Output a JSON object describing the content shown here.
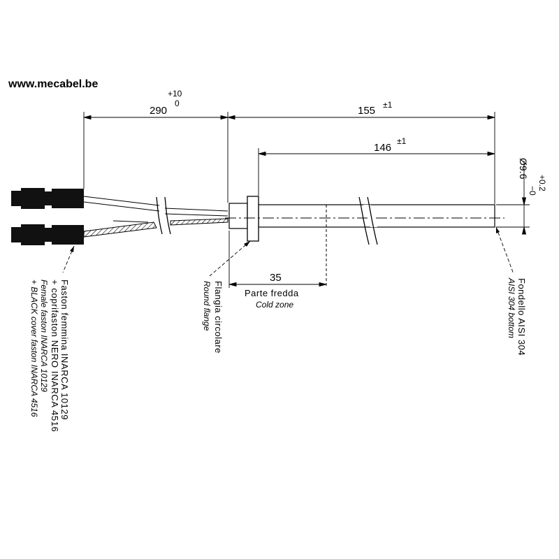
{
  "header": {
    "website": "www.mecabel.be"
  },
  "dimensions": {
    "total_length": {
      "value": "290",
      "tol_upper": "+10",
      "tol_lower": "0"
    },
    "sheath_length": {
      "value": "155",
      "tol": "±1"
    },
    "heated_length": {
      "value": "146",
      "tol": "±1"
    },
    "diameter": {
      "value": "Ø9.6",
      "tol_upper": "+0.2",
      "tol_lower": "−0"
    },
    "cold_zone_length": {
      "value": "35"
    }
  },
  "labels": {
    "cold_zone_it": "Parte fredda",
    "cold_zone_en": "Cold zone",
    "flange_it": "Flangia circolare",
    "flange_en": "Round flange",
    "bottom_it": "Fondello AISI 304",
    "bottom_en": "AISI 304 bottom",
    "faston_it_line1": "Faston femmina INARCA 10129",
    "faston_it_line2": "+ coprifaston NERO INARCA 4516",
    "faston_en_line1": "Female faston INARCA 10129",
    "faston_en_line2": "+ BLACK cover faston INARCA 4516"
  }
}
